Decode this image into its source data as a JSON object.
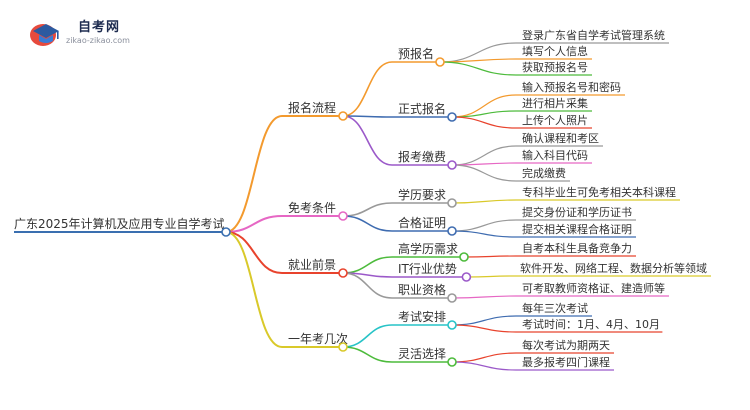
{
  "logo": {
    "title": "自考网",
    "subtitle": "zikao-zikao.com"
  },
  "colors": {
    "root_line": "#3a6fb0",
    "branch_orange": "#f39a2e",
    "branch_purple": "#9b59c9",
    "branch_pink": "#e667c4",
    "branch_green": "#4dbb3c",
    "branch_yellow": "#d9c92a",
    "node_blue": "#3f6cb0",
    "leaf_grey": "#999999",
    "leaf_red": "#e8432d",
    "leaf_teal": "#27c3c7"
  },
  "root": {
    "label": "广东2025年计算机及应用专业自学考试"
  },
  "branches": [
    {
      "label": "报名流程",
      "color": "branch_orange",
      "children": [
        {
          "label": "预报名",
          "color": "branch_orange",
          "leaves": [
            {
              "label": "登录广东省自学考试管理系统",
              "color": "leaf_grey"
            },
            {
              "label": "填写个人信息",
              "color": "branch_orange"
            },
            {
              "label": "获取预报名号",
              "color": "branch_green"
            }
          ]
        },
        {
          "label": "正式报名",
          "color": "node_blue",
          "leaves": [
            {
              "label": "输入预报名号和密码",
              "color": "branch_orange"
            },
            {
              "label": "进行相片采集",
              "color": "branch_green"
            },
            {
              "label": "上传个人照片",
              "color": "leaf_red"
            }
          ]
        },
        {
          "label": "报考缴费",
          "color": "branch_purple",
          "leaves": [
            {
              "label": "确认课程和考区",
              "color": "leaf_grey"
            },
            {
              "label": "输入科目代码",
              "color": "branch_pink"
            },
            {
              "label": "完成缴费",
              "color": "leaf_grey"
            }
          ]
        }
      ]
    },
    {
      "label": "免考条件",
      "color": "branch_pink",
      "children": [
        {
          "label": "学历要求",
          "color": "leaf_grey",
          "leaves": [
            {
              "label": "专科毕业生可免考相关本科课程",
              "color": "branch_yellow"
            }
          ]
        },
        {
          "label": "合格证明",
          "color": "node_blue",
          "leaves": [
            {
              "label": "提交身份证和学历证书",
              "color": "leaf_grey"
            },
            {
              "label": "提交相关课程合格证明",
              "color": "node_blue"
            }
          ]
        }
      ]
    },
    {
      "label": "就业前景",
      "color": "leaf_red",
      "children": [
        {
          "label": "高学历需求",
          "color": "branch_green",
          "leaves": [
            {
              "label": "自考本科生具备竞争力",
              "color": "leaf_red"
            }
          ]
        },
        {
          "label": "IT行业优势",
          "color": "branch_purple",
          "leaves": [
            {
              "label": "软件开发、网络工程、数据分析等领域",
              "color": "branch_yellow"
            }
          ]
        },
        {
          "label": "职业资格",
          "color": "leaf_grey",
          "leaves": [
            {
              "label": "可考取教师资格证、建造师等",
              "color": "branch_pink"
            }
          ]
        }
      ]
    },
    {
      "label": "一年考几次",
      "color": "branch_yellow",
      "children": [
        {
          "label": "考试安排",
          "color": "leaf_teal",
          "leaves": [
            {
              "label": "每年三次考试",
              "color": "node_blue"
            },
            {
              "label": "考试时间：1月、4月、10月",
              "color": "leaf_red"
            }
          ]
        },
        {
          "label": "灵活选择",
          "color": "branch_green",
          "leaves": [
            {
              "label": "每次考试为期两天",
              "color": "leaf_red"
            },
            {
              "label": "最多报考四门课程",
              "color": "branch_purple"
            }
          ]
        }
      ]
    }
  ]
}
